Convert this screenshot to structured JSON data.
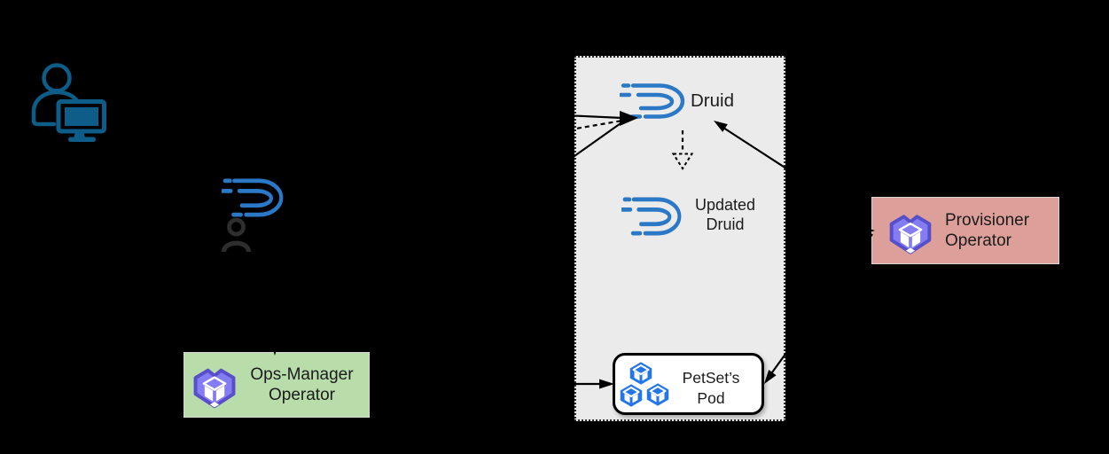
{
  "diagram": {
    "background": "#000000",
    "actors": {
      "user": {
        "icon": "user-with-computer-icon",
        "color": "#0e5c88"
      },
      "druid_custom_resource": {
        "icon": "druid-logo-with-person-icon",
        "druid_color": "#2b78c6",
        "person_color": "#2e2e2e"
      }
    },
    "cluster_panel": {
      "fill": "#ebebeb",
      "border_style": "dotted",
      "nodes": {
        "druid": {
          "label": "Druid",
          "icon": "druid-logo-icon",
          "logo_color": "#2b78c6"
        },
        "updated_druid": {
          "label": "Updated Druid",
          "line1": "Updated",
          "line2": "Druid",
          "icon": "druid-logo-icon",
          "logo_color": "#2b78c6"
        },
        "petset_pod": {
          "label": "PetSet’s Pod",
          "line1": "PetSet’s",
          "line2": "Pod",
          "icon": "pod-icon",
          "pod_count": 3,
          "pod_color": "#2376e8",
          "box_fill": "#ffffff"
        }
      }
    },
    "operators": {
      "ops_manager": {
        "label": "Ops-Manager Operator",
        "line1": "Ops-Manager",
        "line2": "Operator",
        "fill": "#b9dcab",
        "icon": "kubedb-operator-icon",
        "icon_fill": "#837cf2",
        "icon_stroke": "#574ec9"
      },
      "provisioner": {
        "label": "Provisioner Operator",
        "line1": "Provisioner",
        "line2": "Operator",
        "fill": "#dc9f99",
        "icon": "kubedb-operator-icon",
        "icon_fill": "#837cf2",
        "icon_stroke": "#574ec9"
      }
    },
    "connections": [
      {
        "to": "druid",
        "style": "solid",
        "note": "horizontal arrow from left into Druid"
      },
      {
        "to": "druid",
        "style": "dashed",
        "note": "dashed arrow from left into Druid"
      },
      {
        "to": "druid",
        "style": "solid",
        "note": "diagonal arrow from lower left into Druid"
      },
      {
        "from": "provisioner-operator",
        "to": "druid",
        "style": "solid"
      },
      {
        "from": "druid",
        "to": "updated-druid",
        "style": "dashed-open-arrow"
      },
      {
        "from": "provisioner-operator",
        "to": "petset-pod",
        "style": "solid"
      },
      {
        "to": "petset-pod",
        "style": "solid",
        "note": "horizontal arrow from left into PetSet's Pod"
      },
      {
        "to": "ops-manager-operator",
        "style": "solid",
        "note": "vertical arrowhead at top of box"
      },
      {
        "to": "provisioner-operator",
        "style": "solid",
        "note": "horizontal arrowhead at left of box"
      }
    ]
  }
}
